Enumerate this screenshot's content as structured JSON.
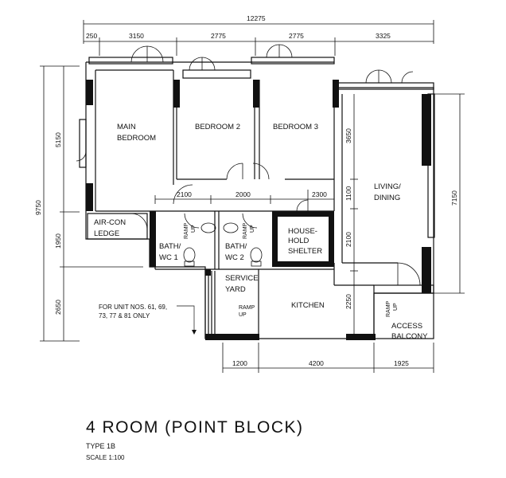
{
  "overall_width": "12275",
  "top_dims": [
    "250",
    "3150",
    "2775",
    "2775",
    "3325"
  ],
  "left_dims": [
    "9750",
    "5150",
    "1950",
    "2650"
  ],
  "right_dims": [
    "7150",
    "3650",
    "1100",
    "2100",
    "2250"
  ],
  "inner_dims": [
    "2100",
    "2000",
    "2300"
  ],
  "bottom_dims": [
    "1200",
    "4200",
    "1925"
  ],
  "rooms": {
    "main_bedroom": [
      "MAIN",
      "BEDROOM"
    ],
    "bedroom2": "BEDROOM 2",
    "bedroom3": "BEDROOM 3",
    "living": [
      "LIVING/",
      "DINING"
    ],
    "aircon": [
      "AIR-CON",
      "LEDGE"
    ],
    "bath1": [
      "BATH/",
      "WC 1"
    ],
    "bath2": [
      "BATH/",
      "WC 2"
    ],
    "shelter": [
      "HOUSE-",
      "HOLD",
      "SHELTER"
    ],
    "service": [
      "SERVICE",
      "YARD"
    ],
    "kitchen": "KITCHEN",
    "access": [
      "ACCESS",
      "BALCONY"
    ]
  },
  "ramp": [
    "RAMP",
    "UP"
  ],
  "note": [
    "FOR UNIT NOS. 61, 69,",
    "73, 77 & 81 ONLY"
  ],
  "title": "4 ROOM (POINT BLOCK)",
  "type": "TYPE 1B",
  "scale": "SCALE   1:100"
}
